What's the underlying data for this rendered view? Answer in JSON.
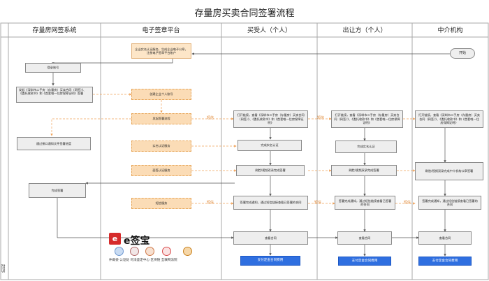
{
  "title": "存量房买卖合同签署流程",
  "lanes": [
    "存量房网签系统",
    "电子签章平台",
    "买受人（个人）",
    "出让方（个人）",
    "中介机构"
  ],
  "side_label": "阶段",
  "start": "开始",
  "nodes": {
    "reg_account": "登录账号",
    "gen_contract": "发起《深圳市二手房（存量房）买卖合同（网签）》、《委托收款书》和《首套唯一住房保障证明》签署",
    "gen_contract_l1": "发起《深圳市二手房（存量房）买卖合同（网签）》、",
    "gen_contract_l2": "《委托收款书》和《首套唯一住房保障证明》签署",
    "auth_cert": "企业实名认证服务，生成企业电子公章，注册电子签章平台账户",
    "platform_account": "创建企业个人账号",
    "sign_flow": "发起签署流程",
    "auth_real": "实名认证服务",
    "face_auth": "面签认证服务",
    "sms_auth": "短信服务",
    "notify_all": "通过接口通知文件签署进度",
    "sign_done": "完成签署",
    "buyer_open": "打开链接，查看《深圳市二手房（存量房）买卖合同（网签）》、《委托收款书》和《首套唯一住房保障证明》",
    "buyer_auth": "完成实名认证",
    "buyer_face": "刷脸/视频双录完成签署",
    "buyer_sms": "签署完成通知，通过短信链接查看已签署的合同",
    "buyer_view": "查看合同",
    "buyer_pay": "支付定金合同费用",
    "seller_open": "打开链接，查看《深圳市二手房（存量房）买卖合同（网签）》、《委托收款书》和《首套唯一住房保障证明》",
    "seller_auth": "完成实名认证",
    "seller_face": "刷脸/视频双录完成签署",
    "seller_sms": "签署完成通知，通过短信链接查看已签署的合同",
    "seller_view": "查看合同",
    "seller_pay": "支付定金合同费用",
    "agent_open": "打开链接，查看《深圳市二手房（存量房）买卖合同（网签）》、《委托收款书》和《首套唯一住房保障证明》",
    "agent_face": "刷脸/视频双录完成中介机构公章签署",
    "agent_sms": "签署完成通知，通过短信链接查看已签署的合同",
    "agent_view": "查看合同",
    "agent_pay": "支付定金合同费用"
  },
  "edge_labels": {
    "notify": "短信"
  },
  "brand": {
    "name": "e签宝",
    "mark": "e",
    "partners": "仲裁委  公证处  司法鉴定中心  区块链  互联网法院"
  },
  "colors": {
    "lane_line": "#a8a8a8",
    "arrow": "#555555",
    "dashed_arrow": "#f0a35a",
    "accent_blue": "#2f6fe0",
    "brand_red": "#d62b2b"
  }
}
